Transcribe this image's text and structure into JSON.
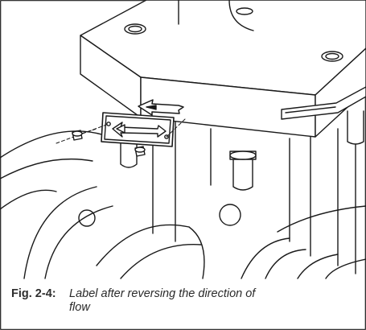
{
  "caption": {
    "number": "Fig. 2-4:",
    "text_line1": "Label after reversing the direction of",
    "text_line2": "flow"
  },
  "illustration": {
    "subject": "valve body with flow-direction label being reversed",
    "icon": "arrow-left-icon"
  },
  "colors": {
    "line": "#1a1a1a",
    "shade": "#555555",
    "background": "#ffffff"
  }
}
